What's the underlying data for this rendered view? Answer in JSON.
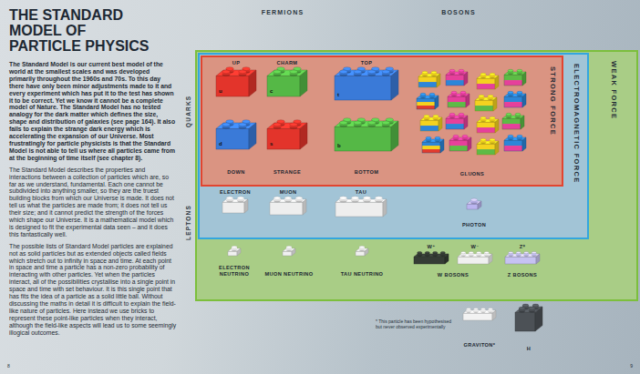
{
  "diagram": {
    "title": "THE STANDARD MODEL OF PARTICLE PHYSICS",
    "nodes": [
      {
        "text": [
          "WEAK FORCE"
        ]
      },
      {
        "text": [
          "ELECTROMAGNETIC FORCE"
        ],
        "in": 0
      },
      {
        "text": [
          "STRONG FORCE"
        ],
        "in": 1
      },
      {
        "text": [
          "UP",
          "u"
        ],
        "in": 2
      },
      {
        "text": [
          "CHARM",
          "c"
        ],
        "in": 2
      },
      {
        "text": [
          "TOP",
          "t"
        ],
        "in": 2
      },
      {
        "text": [
          "d",
          "DOWN"
        ],
        "in": 2
      },
      {
        "text": [
          "s",
          "STRANGE"
        ],
        "in": 2
      },
      {
        "text": [
          "b",
          "BOTTOM"
        ],
        "in": 2
      },
      {
        "text": [
          "GLUONS"
        ],
        "in": 2
      },
      {
        "text": [
          "ELECTRON"
        ],
        "in": 1
      },
      {
        "text": [
          "MUON"
        ],
        "in": 1
      },
      {
        "text": [
          "TAU"
        ],
        "in": 1
      },
      {
        "text": [
          "PHOTON"
        ],
        "in": 1
      },
      {
        "text": [
          "ELECTRON NEUTRINO"
        ],
        "in": 0
      },
      {
        "text": [
          "MUON NEUTRINO"
        ],
        "in": 0
      },
      {
        "text": [
          "TAU NEUTRINO"
        ],
        "in": 0
      },
      {
        "text": [
          "W⁺"
        ],
        "in": 0
      },
      {
        "text": [
          "W⁻"
        ],
        "in": 0
      },
      {
        "text": [
          "Z⁰"
        ],
        "in": 0
      },
      {
        "text": [
          "GRAVITON*"
        ]
      },
      {
        "text": [
          "H"
        ]
      }
    ],
    "labels": [
      "The Standard Model is our current best model of the world at the smallest scales and was developed primarily throughout the 1960s and 70s. To this day there have only been minor adjustments made to it and every experiment which has put it to the test has shown it to be correct. Yet we know it cannot be a complete model of Nature. The Standard Model has no tested analogy for the dark matter which defines the size, shape and distribution of galaxies (see page 164). It also fails to explain the strange dark energy which is accelerating the expansion of our Universe. Most frustratingly for particle physicists is that the Standard Model is not able to tell us where all particles came from at the beginning of time itself (see chapter 8).",
      "The Standard Model describes the properties and interactions between a collection of particles which are, so far as we understand, fundamental. Each one cannot be subdivided into anything smaller, so they are the truest building blocks from which our Universe is made. It does not tell us what the particles are made from; it does not tell us their size; and it cannot predict the strength of the forces which shape our Universe. It is a mathematical model which is designed to fit the experimental data seen – and it does this fantastically well.",
      "The possible lists of Standard Model particles are explained not as solid particles but as extended objects called fields which stretch out to infinity in space and time. At each point in space and time a particle has a non-zero probability of interacting with other particles. Yet when the particles interact, all of the possibilities crystallise into a single point in space and time with set behaviour. It is this single point that has fits the idea of a particle as a solid little ball. Without discussing the maths in detail it is difficult to explain the field-like nature of particles. Here instead we use bricks to represent these point-like particles when they interact, although the field-like aspects will lead us to some seemingly illogical outcomes.",
      "8",
      "FERMIONS",
      "BOSONS",
      "QUARKS",
      "LEPTONS",
      "W BOSONS",
      "Z BOSONS",
      "* This particle has been hypothesised but never observed experimentally",
      "9"
    ]
  }
}
